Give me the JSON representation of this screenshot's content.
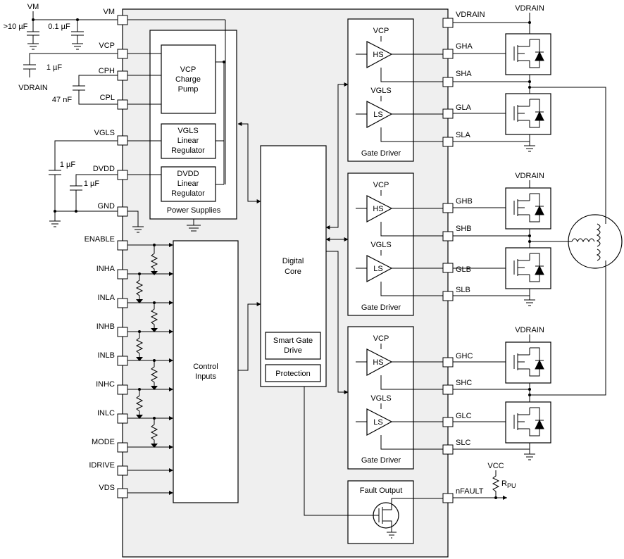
{
  "left_pins": {
    "vm": "VM",
    "vcp": "VCP",
    "cph": "CPH",
    "cpl": "CPL",
    "vgls": "VGLS",
    "dvdd": "DVDD",
    "gnd": "GND",
    "enable": "ENABLE",
    "inha": "INHA",
    "inla": "INLA",
    "inhb": "INHB",
    "inlb": "INLB",
    "inhc": "INHC",
    "inlc": "INLC",
    "mode": "MODE",
    "idrive": "IDRIVE",
    "vds": "VDS"
  },
  "external": {
    "vm": "VM",
    "cap_bulk": ">10 µF",
    "cap_bypass": "0.1 µF",
    "cap_vcp": "1 µF",
    "vdrain_cap": "VDRAIN",
    "cap_flying": "47 nF",
    "cap_vgls": "1 µF",
    "cap_dvdd": "1 µF",
    "vdrain_a": "VDRAIN",
    "vdrain_b": "VDRAIN",
    "vdrain_c": "VDRAIN",
    "vcc": "VCC",
    "rpu_main": "R",
    "rpu_sub": "PU"
  },
  "power": {
    "title": "Power Supplies",
    "charge_pump": [
      "VCP",
      "Charge",
      "Pump"
    ],
    "vgls_reg": [
      "VGLS",
      "Linear",
      "Regulator"
    ],
    "dvdd_reg": [
      "DVDD",
      "Linear",
      "Regulator"
    ]
  },
  "control": {
    "lines": [
      "Control",
      "Inputs"
    ]
  },
  "core": {
    "lines": [
      "Digital",
      "Core"
    ],
    "smart_gate": [
      "Smart Gate",
      "Drive"
    ],
    "protection": "Protection"
  },
  "gate_drivers": [
    {
      "vcp": "VCP",
      "hs": "HS",
      "vgls": "VGLS",
      "ls": "LS",
      "title": "Gate Driver"
    },
    {
      "vcp": "VCP",
      "hs": "HS",
      "vgls": "VGLS",
      "ls": "LS",
      "title": "Gate Driver"
    },
    {
      "vcp": "VCP",
      "hs": "HS",
      "vgls": "VGLS",
      "ls": "LS",
      "title": "Gate Driver"
    }
  ],
  "right_pins": {
    "vdrain": "VDRAIN",
    "gha": "GHA",
    "sha": "SHA",
    "gla": "GLA",
    "sla": "SLA",
    "ghb": "GHB",
    "shb": "SHB",
    "glb": "GLB",
    "slb": "SLB",
    "ghc": "GHC",
    "shc": "SHC",
    "glc": "GLC",
    "slc": "SLC",
    "nfault": "nFAULT"
  },
  "fault": {
    "title": "Fault Output"
  }
}
